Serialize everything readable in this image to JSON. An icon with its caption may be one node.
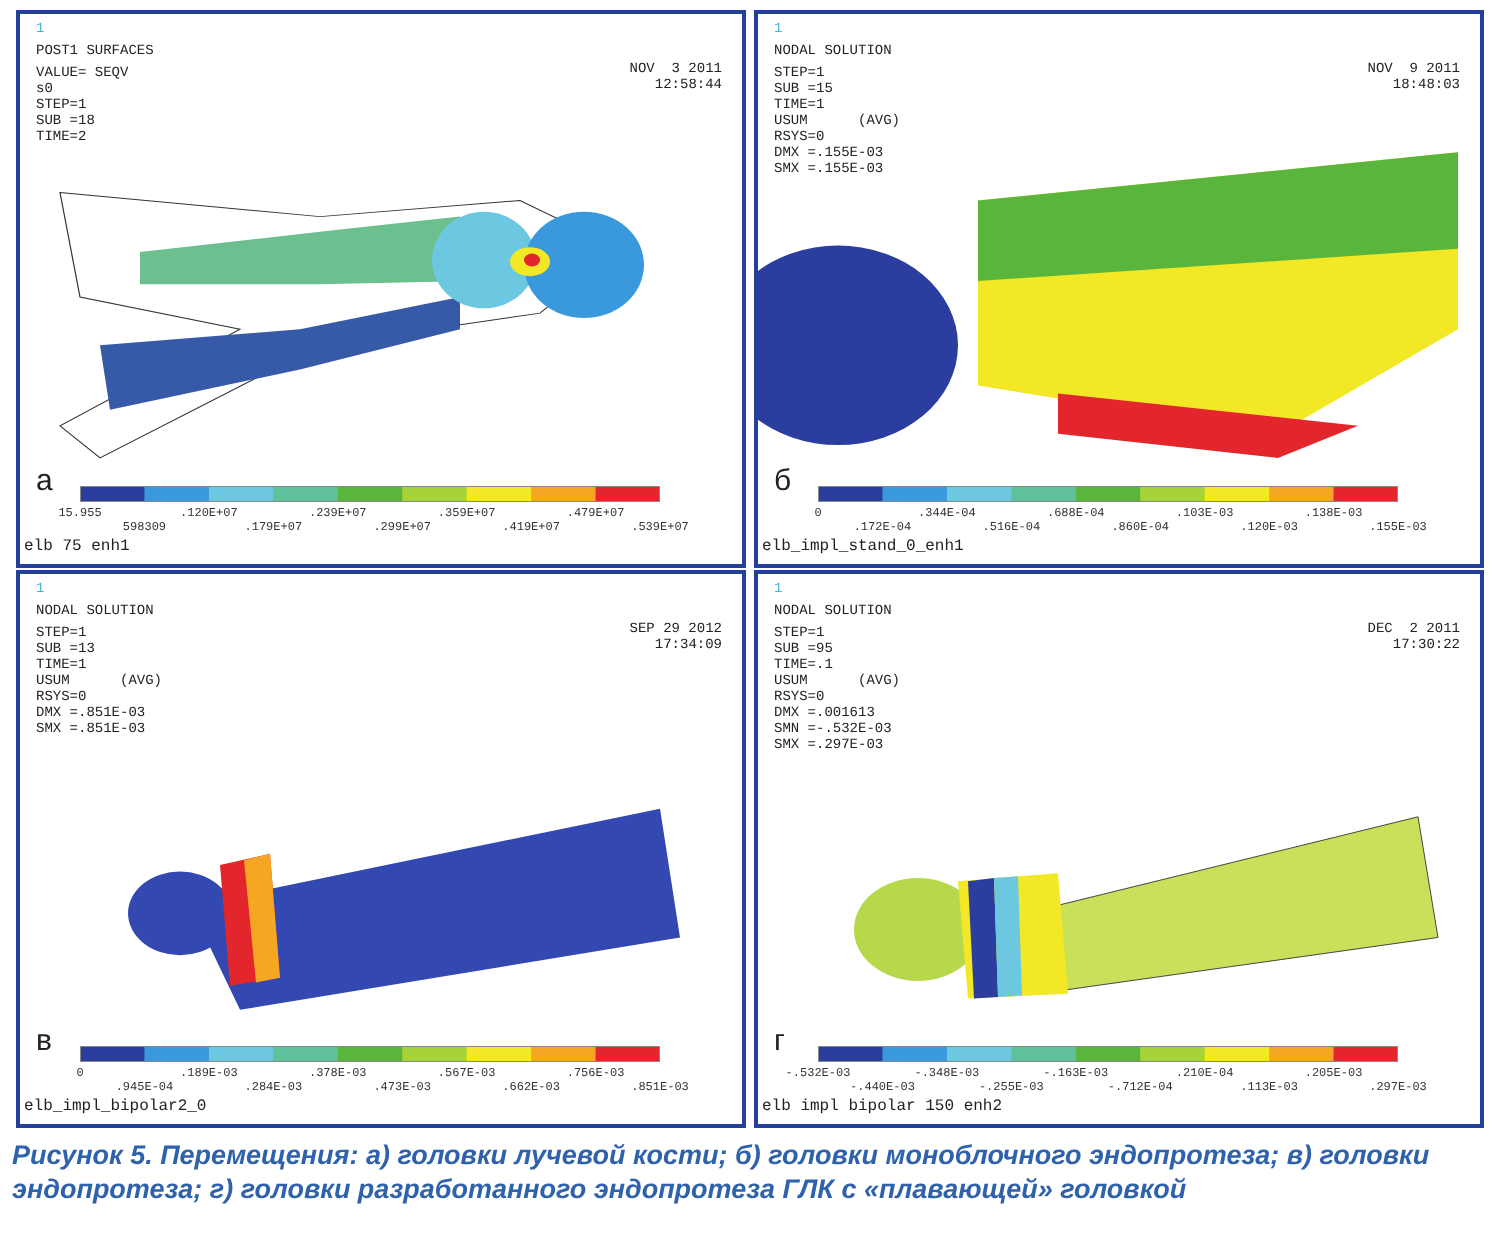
{
  "diagram": {
    "caption": "Рисунок 5. Перемещения: а) головки лучевой кости; б) головки моноблочного эндопротеза; в) головки эндопротеза; г) головки разработанного эндопротеза ГЛК с «плавающей» головкой",
    "nodes": [
      {
        "text": [
          "а",
          "elb 75 enh1"
        ]
      },
      {
        "text": [
          "1",
          "POST1 SURFACES",
          "VALUE= SEQV",
          "s0",
          "STEP=1",
          "SUB =18",
          "TIME=2"
        ],
        "in": 0
      },
      {
        "text": [
          "NOV  3 2011",
          "12:58:44"
        ],
        "in": 0
      },
      {
        "text": [
          "15.955",
          "598309",
          ".120E+07",
          ".179E+07",
          ".239E+07",
          ".299E+07",
          ".359E+07",
          ".419E+07",
          ".479E+07",
          ".539E+07"
        ],
        "in": 0
      },
      {
        "text": [
          "б",
          "elb_impl_stand_0_enh1"
        ]
      },
      {
        "text": [
          "1",
          "NODAL SOLUTION",
          "STEP=1",
          "SUB =15",
          "TIME=1",
          "USUM      (AVG)",
          "RSYS=0",
          "DMX =.155E-03",
          "SMX =.155E-03"
        ],
        "in": 4
      },
      {
        "text": [
          "NOV  9 2011",
          "18:48:03"
        ],
        "in": 4
      },
      {
        "text": [
          "0",
          ".172E-04",
          ".344E-04",
          ".516E-04",
          ".688E-04",
          ".860E-04",
          ".103E-03",
          ".120E-03",
          ".138E-03",
          ".155E-03"
        ],
        "in": 4
      },
      {
        "text": [
          "в",
          "elb_impl_bipolar2_0"
        ]
      },
      {
        "text": [
          "1",
          "NODAL SOLUTION",
          "STEP=1",
          "SUB =13",
          "TIME=1",
          "USUM      (AVG)",
          "RSYS=0",
          "DMX =.851E-03",
          "SMX =.851E-03"
        ],
        "in": 8
      },
      {
        "text": [
          "SEP 29 2012",
          "17:34:09"
        ],
        "in": 8
      },
      {
        "text": [
          "0",
          ".945E-04",
          ".189E-03",
          ".284E-03",
          ".378E-03",
          ".473E-03",
          ".567E-03",
          ".662E-03",
          ".756E-03",
          ".851E-03"
        ],
        "in": 8
      },
      {
        "text": [
          "г",
          "elb impl bipolar 150 enh2"
        ]
      },
      {
        "text": [
          "1",
          "NODAL SOLUTION",
          "STEP=1",
          "SUB =95",
          "TIME=.1",
          "USUM      (AVG)",
          "RSYS=0",
          "DMX =.001613",
          "SMN =-.532E-03",
          "SMX =.297E-03"
        ],
        "in": 12
      },
      {
        "text": [
          "DEC  2 2011",
          "17:30:22"
        ],
        "in": 12
      },
      {
        "text": [
          "-.532E-03",
          "-.440E-03",
          "-.348E-03",
          "-.255E-03",
          "-.163E-03",
          "-.712E-04",
          ".210E-04",
          ".113E-03",
          ".205E-03",
          ".297E-03"
        ],
        "in": 12
      }
    ]
  }
}
